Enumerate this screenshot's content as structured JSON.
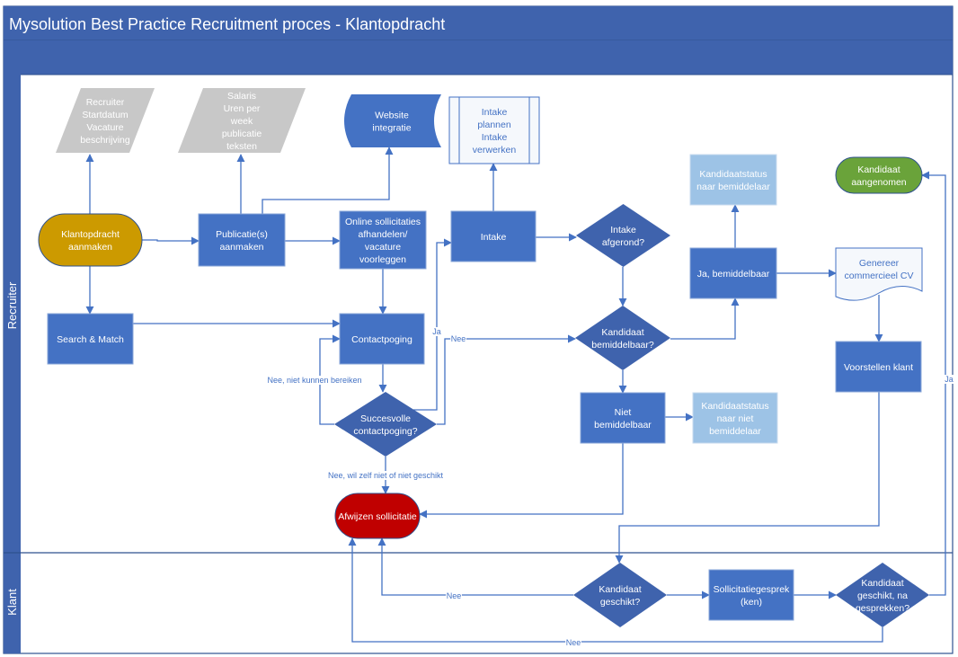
{
  "header": {
    "title": "Mysolution Best Practice Recruitment proces - Klantopdracht"
  },
  "lanes": [
    {
      "id": "recruiter",
      "label": "Recruiter"
    },
    {
      "id": "klant",
      "label": "Klant"
    }
  ],
  "colors": {
    "header": "#3f63ad",
    "lane_border": "#2f528f",
    "process": "#4472c4",
    "decision": "#3f63ad",
    "start": "#cc9a00",
    "end_success": "#6aa33a",
    "end_reject": "#c00000",
    "data_io": "#c8c8c8",
    "status": "#9dc3e6",
    "connector": "#4472c4"
  },
  "nodes": [
    {
      "id": "recruiter-data",
      "type": "data",
      "lines": [
        "Recruiter",
        "Startdatum",
        "Vacature",
        "beschrijving"
      ]
    },
    {
      "id": "publicatie-data",
      "type": "data",
      "lines": [
        "Salaris",
        "Uren per",
        "week",
        "publicatie",
        "teksten"
      ]
    },
    {
      "id": "website-integratie",
      "type": "storage",
      "lines": [
        "Website",
        "integratie"
      ]
    },
    {
      "id": "intake-subprocess",
      "type": "subprocess",
      "lines": [
        "Intake",
        "plannen",
        "Intake",
        "verwerken"
      ]
    },
    {
      "id": "klantopdracht-aanmaken",
      "type": "start",
      "lines": [
        "Klantopdracht",
        "aanmaken"
      ]
    },
    {
      "id": "publicaties-aanmaken",
      "type": "process",
      "lines": [
        "Publicatie(s)",
        "aanmaken"
      ]
    },
    {
      "id": "online-sollicitaties",
      "type": "process",
      "lines": [
        "Online sollicitaties",
        "afhandelen/",
        "vacature",
        "voorleggen"
      ]
    },
    {
      "id": "intake",
      "type": "process",
      "lines": [
        "Intake"
      ]
    },
    {
      "id": "intake-afgerond",
      "type": "decision",
      "lines": [
        "Intake",
        "afgerond?"
      ]
    },
    {
      "id": "status-bemiddelaar",
      "type": "status",
      "lines": [
        "Kandidaatstatus",
        "naar bemiddelaar"
      ]
    },
    {
      "id": "ja-bemiddelbaar",
      "type": "process",
      "lines": [
        "Ja, bemiddelbaar"
      ]
    },
    {
      "id": "genereer-cv",
      "type": "document",
      "lines": [
        "Genereer",
        "commercieel CV"
      ]
    },
    {
      "id": "kandidaat-aangenomen",
      "type": "end-success",
      "lines": [
        "Kandidaat",
        "aangenomen"
      ]
    },
    {
      "id": "search-match",
      "type": "process",
      "lines": [
        "Search & Match"
      ]
    },
    {
      "id": "contactpoging",
      "type": "process",
      "lines": [
        "Contactpoging"
      ]
    },
    {
      "id": "kandidaat-bemiddelbaar",
      "type": "decision",
      "lines": [
        "Kandidaat",
        "bemiddelbaar?"
      ]
    },
    {
      "id": "voorstellen-klant",
      "type": "process",
      "lines": [
        "Voorstellen klant"
      ]
    },
    {
      "id": "succesvolle-contactpoging",
      "type": "decision",
      "lines": [
        "Succesvolle",
        "contactpoging?"
      ]
    },
    {
      "id": "niet-bemiddelbaar",
      "type": "process",
      "lines": [
        "Niet",
        "bemiddelbaar"
      ]
    },
    {
      "id": "status-niet-bemiddelaar",
      "type": "status",
      "lines": [
        "Kandidaatstatus",
        "naar niet",
        "bemiddelaar"
      ]
    },
    {
      "id": "afwijzen-sollicitatie",
      "type": "end-reject",
      "lines": [
        "Afwijzen sollicitatie"
      ]
    },
    {
      "id": "kandidaat-geschikt",
      "type": "decision",
      "lines": [
        "Kandidaat",
        "geschikt?"
      ]
    },
    {
      "id": "sollicitatiegesprek",
      "type": "process",
      "lines": [
        "Sollicitatiegesprek",
        "(ken)"
      ]
    },
    {
      "id": "geschikt-na-gesprekken",
      "type": "decision",
      "lines": [
        "Kandidaat",
        "geschikt, na",
        "gesprekken?"
      ]
    }
  ],
  "edges": [
    {
      "from": "klantopdracht-aanmaken",
      "to": "recruiter-data",
      "label": ""
    },
    {
      "from": "klantopdracht-aanmaken",
      "to": "publicaties-aanmaken",
      "label": ""
    },
    {
      "from": "klantopdracht-aanmaken",
      "to": "search-match",
      "label": ""
    },
    {
      "from": "publicaties-aanmaken",
      "to": "publicatie-data",
      "label": ""
    },
    {
      "from": "publicaties-aanmaken",
      "to": "website-integratie",
      "label": ""
    },
    {
      "from": "publicaties-aanmaken",
      "to": "online-sollicitaties",
      "label": ""
    },
    {
      "from": "online-sollicitaties",
      "to": "contactpoging",
      "label": ""
    },
    {
      "from": "search-match",
      "to": "contactpoging",
      "label": ""
    },
    {
      "from": "contactpoging",
      "to": "succesvolle-contactpoging",
      "label": ""
    },
    {
      "from": "succesvolle-contactpoging",
      "to": "contactpoging",
      "label": "Nee, niet kunnen bereiken"
    },
    {
      "from": "succesvolle-contactpoging",
      "to": "intake",
      "label": "Ja"
    },
    {
      "from": "succesvolle-contactpoging",
      "to": "kandidaat-bemiddelbaar",
      "label": "Nee"
    },
    {
      "from": "succesvolle-contactpoging",
      "to": "afwijzen-sollicitatie",
      "label": "Nee, wil zelf niet of niet geschikt"
    },
    {
      "from": "intake",
      "to": "intake-subprocess",
      "label": ""
    },
    {
      "from": "intake",
      "to": "intake-afgerond",
      "label": ""
    },
    {
      "from": "intake-afgerond",
      "to": "kandidaat-bemiddelbaar",
      "label": ""
    },
    {
      "from": "kandidaat-bemiddelbaar",
      "to": "ja-bemiddelbaar",
      "label": ""
    },
    {
      "from": "kandidaat-bemiddelbaar",
      "to": "niet-bemiddelbaar",
      "label": ""
    },
    {
      "from": "ja-bemiddelbaar",
      "to": "status-bemiddelaar",
      "label": ""
    },
    {
      "from": "ja-bemiddelbaar",
      "to": "genereer-cv",
      "label": ""
    },
    {
      "from": "genereer-cv",
      "to": "voorstellen-klant",
      "label": ""
    },
    {
      "from": "niet-bemiddelbaar",
      "to": "status-niet-bemiddelaar",
      "label": ""
    },
    {
      "from": "niet-bemiddelbaar",
      "to": "afwijzen-sollicitatie",
      "label": ""
    },
    {
      "from": "voorstellen-klant",
      "to": "kandidaat-geschikt",
      "label": ""
    },
    {
      "from": "kandidaat-geschikt",
      "to": "afwijzen-sollicitatie",
      "label": "Nee"
    },
    {
      "from": "kandidaat-geschikt",
      "to": "sollicitatiegesprek",
      "label": ""
    },
    {
      "from": "sollicitatiegesprek",
      "to": "geschikt-na-gesprekken",
      "label": ""
    },
    {
      "from": "geschikt-na-gesprekken",
      "to": "kandidaat-aangenomen",
      "label": "Ja"
    },
    {
      "from": "geschikt-na-gesprekken",
      "to": "afwijzen-sollicitatie",
      "label": "Nee"
    }
  ]
}
